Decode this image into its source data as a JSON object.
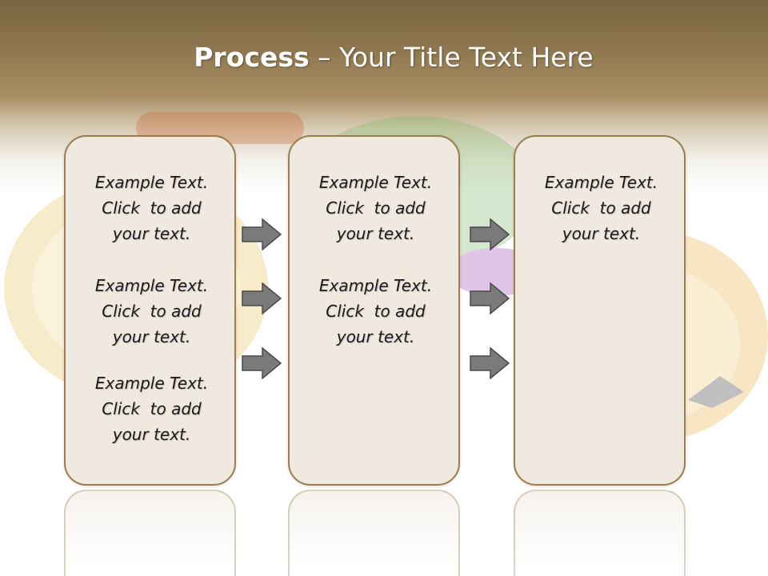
{
  "slide": {
    "title_bold": "Process",
    "title_rest": " – Your Title Text Here",
    "colors": {
      "header": "#7a6540",
      "panel_fill": "#efe9e0",
      "panel_border": "#9c7e4d",
      "arrow_fill": "#7a7a7a"
    }
  },
  "columns": [
    {
      "blocks": [
        {
          "lines": [
            "Example Text.",
            "Click  to add",
            "your text."
          ]
        },
        {
          "lines": [
            "Example Text.",
            "Click  to add",
            "your text."
          ]
        },
        {
          "lines": [
            "Example Text.",
            "Click  to add",
            "your text."
          ]
        }
      ]
    },
    {
      "blocks": [
        {
          "lines": [
            "Example Text.",
            "Click  to add",
            "your text."
          ]
        },
        {
          "lines": [
            "Example Text.",
            "Click  to add",
            "your text."
          ]
        }
      ]
    },
    {
      "blocks": [
        {
          "lines": [
            "Example Text.",
            "Click  to add",
            "your text."
          ]
        }
      ]
    }
  ],
  "icons": {
    "arrow": "right-arrow-icon"
  }
}
